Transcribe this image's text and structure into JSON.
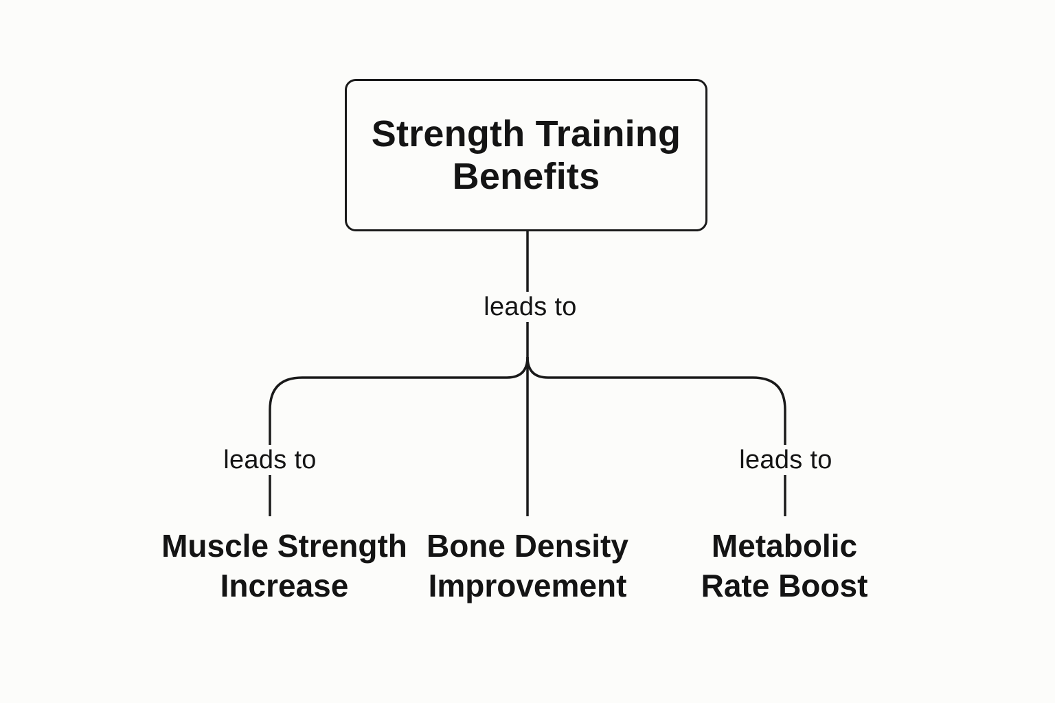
{
  "root": {
    "line1": "Strength Training",
    "line2": "Benefits"
  },
  "edges": {
    "center_label": "leads to",
    "left_label": "leads to",
    "right_label": "leads to"
  },
  "leaves": [
    {
      "line1": "Muscle Strength",
      "line2": "Increase"
    },
    {
      "line1": "Bone Density",
      "line2": "Improvement"
    },
    {
      "line1": "Metabolic",
      "line2": "Rate Boost"
    }
  ],
  "colors": {
    "line": "#1a1a1a",
    "background": "#fcfcfa"
  }
}
